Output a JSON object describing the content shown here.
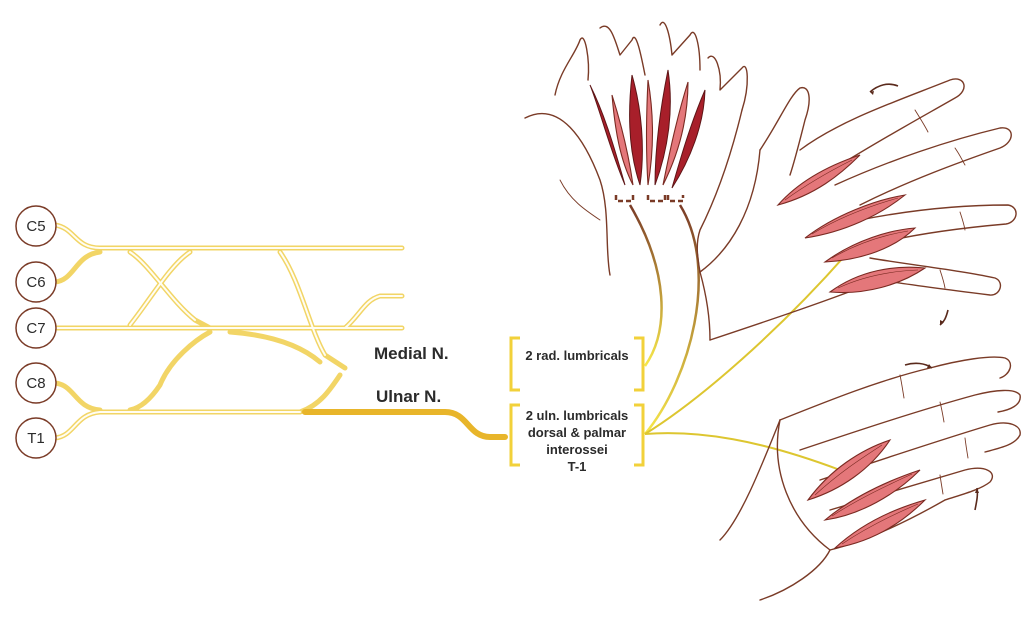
{
  "roots": [
    "C5",
    "C6",
    "C7",
    "C8",
    "T1"
  ],
  "nerves": {
    "medial": "Medial N.",
    "ulnar": "Ulnar N."
  },
  "targets": {
    "radial_box": [
      "2 rad.  lumbricals"
    ],
    "ulnar_box": [
      "2 uln. lumbricals",
      "dorsal & palmar",
      "interossei",
      "T-1"
    ]
  },
  "colors": {
    "nerve_yellow": "#f2d13a",
    "nerve_gold": "#e8b52a",
    "muscle_red": "#e4777a",
    "muscle_dark": "#a81f2a",
    "outline_brown": "#7a3b27"
  }
}
